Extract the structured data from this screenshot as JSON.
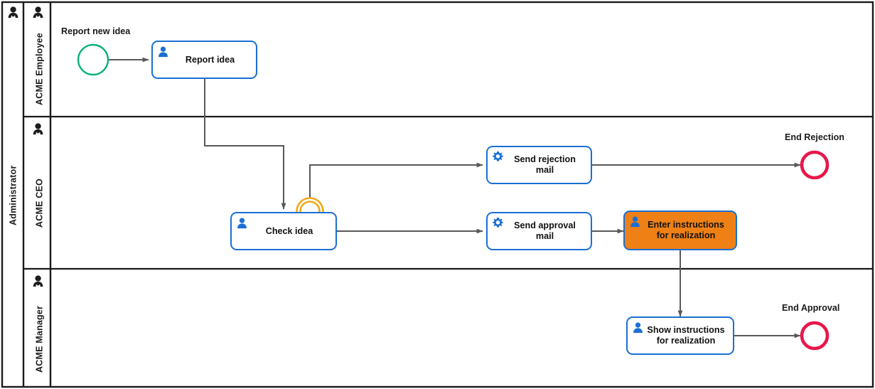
{
  "diagram": {
    "type": "bpmn-process-diagram",
    "pool": {
      "name": "Administrator",
      "icon": "person-icon"
    },
    "lanes": [
      {
        "id": "employee",
        "name": "ACME Employee",
        "icon": "person-icon"
      },
      {
        "id": "ceo",
        "name": "ACME CEO",
        "icon": "person-icon"
      },
      {
        "id": "manager",
        "name": "ACME Manager",
        "icon": "person-icon"
      }
    ],
    "events": [
      {
        "id": "start",
        "kind": "start-event",
        "label": "Report new idea",
        "color": "#0bb07b"
      },
      {
        "id": "boundary",
        "kind": "boundary-event",
        "label": "",
        "color": "#f0a818"
      },
      {
        "id": "end-rejection",
        "kind": "end-event",
        "label": "End Rejection",
        "color": "#e8174a"
      },
      {
        "id": "end-approval",
        "kind": "end-event",
        "label": "End Approval",
        "color": "#e8174a"
      }
    ],
    "tasks": [
      {
        "id": "report-idea",
        "label": "Report idea",
        "marker": "user-task-icon",
        "state": "normal",
        "lane": "ACME Employee"
      },
      {
        "id": "check-idea",
        "label": "Check idea",
        "marker": "user-task-icon",
        "state": "normal",
        "lane": "ACME CEO"
      },
      {
        "id": "send-rejection-mail",
        "label": "Send rejection\nmail",
        "marker": "service-task-icon",
        "state": "normal",
        "lane": "ACME CEO"
      },
      {
        "id": "send-approval-mail",
        "label": "Send approval\nmail",
        "marker": "service-task-icon",
        "state": "normal",
        "lane": "ACME CEO"
      },
      {
        "id": "enter-instructions",
        "label": "Enter instructions\nfor realization",
        "marker": "user-task-icon",
        "state": "highlighted",
        "lane": "ACME CEO"
      },
      {
        "id": "show-instructions",
        "label": "Show instructions\nfor realization",
        "marker": "user-task-icon",
        "state": "normal",
        "lane": "ACME Manager"
      }
    ],
    "colors": {
      "task_border": "#1a6fd4",
      "task_fill": "#ffffff",
      "highlight_fill": "#ee8016",
      "start_event": "#0bb07b",
      "end_event": "#e8174a",
      "boundary_event": "#f0a818",
      "flow_line": "#595959",
      "lane_border": "#1a1a1a",
      "text": "#111111"
    }
  }
}
